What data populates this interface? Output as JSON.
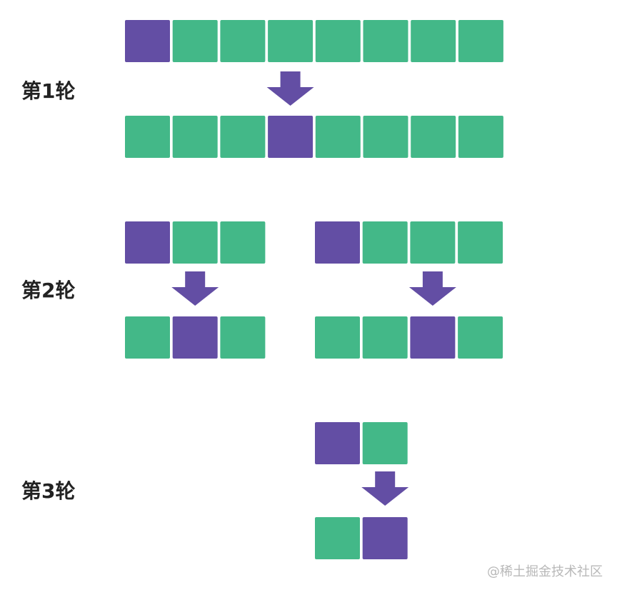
{
  "colors": {
    "purple": "#634ea4",
    "green": "#43b888",
    "arrow": "#634ea4",
    "label": "#222222",
    "watermark": "#b8b8b8"
  },
  "rounds": [
    {
      "label": "第1轮",
      "groups": [
        {
          "before": [
            "purple",
            "green",
            "green",
            "green",
            "green",
            "green",
            "green",
            "green"
          ],
          "after": [
            "green",
            "green",
            "green",
            "purple",
            "green",
            "green",
            "green",
            "green"
          ]
        }
      ]
    },
    {
      "label": "第2轮",
      "groups": [
        {
          "before": [
            "purple",
            "green",
            "green"
          ],
          "after": [
            "green",
            "purple",
            "green"
          ]
        },
        {
          "before": [
            "purple",
            "green",
            "green",
            "green"
          ],
          "after": [
            "green",
            "green",
            "purple",
            "green"
          ]
        }
      ]
    },
    {
      "label": "第3轮",
      "groups": [
        {
          "before": [
            "purple",
            "green"
          ],
          "after": [
            "green",
            "purple"
          ]
        }
      ]
    }
  ],
  "watermark": "@稀土掘金技术社区"
}
